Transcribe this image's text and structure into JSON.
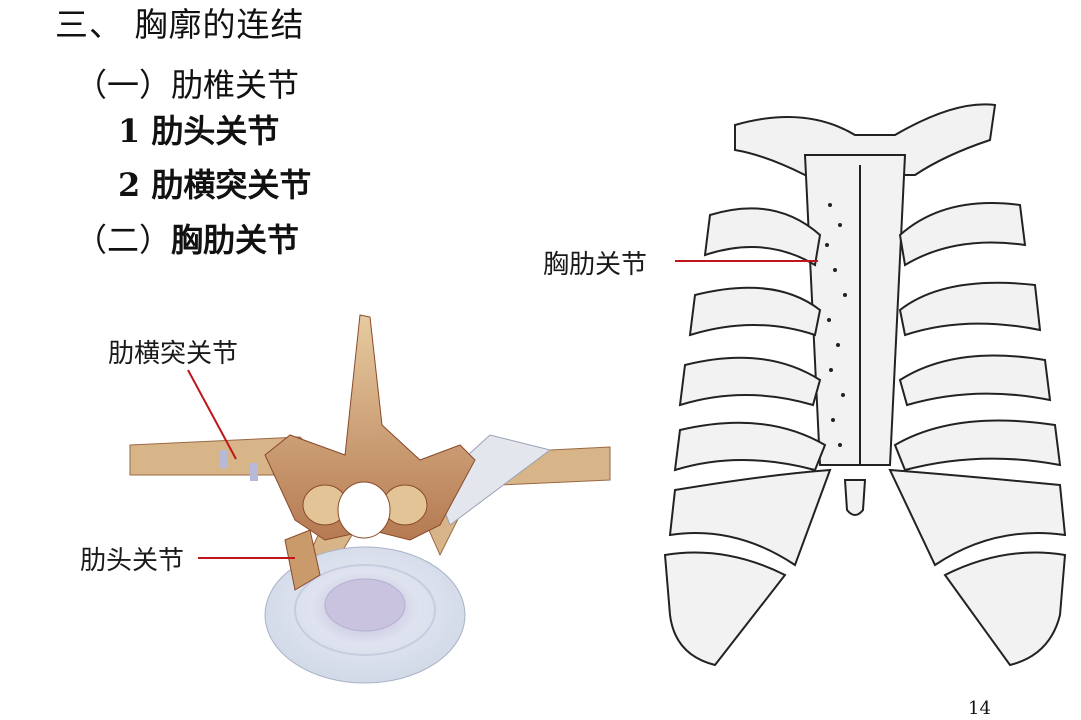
{
  "slide": {
    "title": "三、 胸廓的连结",
    "section1": {
      "label": "（一）肋椎关节"
    },
    "items": [
      {
        "number": "1",
        "label": "肋头关节"
      },
      {
        "number": "2",
        "label": "肋横突关节"
      }
    ],
    "section2": {
      "prefix": "（二）",
      "label": "胸肋关节"
    },
    "page_number": "14"
  },
  "figures": {
    "vertebra": {
      "labels": {
        "costotransverse": "肋横突关节",
        "costal_head": "肋头关节"
      },
      "leader_color": "#c0151b",
      "bone_color": "#d9b98f",
      "bone_shadow": "#8a4a2a",
      "disc_color": "#dde3ef"
    },
    "rib_cage": {
      "labels": {
        "sternocostal": "胸肋关节"
      },
      "leader_color": "#c0151b",
      "line_color": "#222222",
      "fill_color": "#f2f2f2"
    }
  }
}
